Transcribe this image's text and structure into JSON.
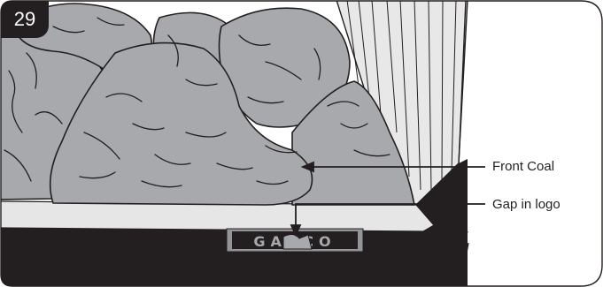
{
  "figure": {
    "step_number": "29",
    "callouts": {
      "front_coal": "Front Coal",
      "gap_in_logo": "Gap in logo"
    },
    "logo_text": "GARCO"
  }
}
